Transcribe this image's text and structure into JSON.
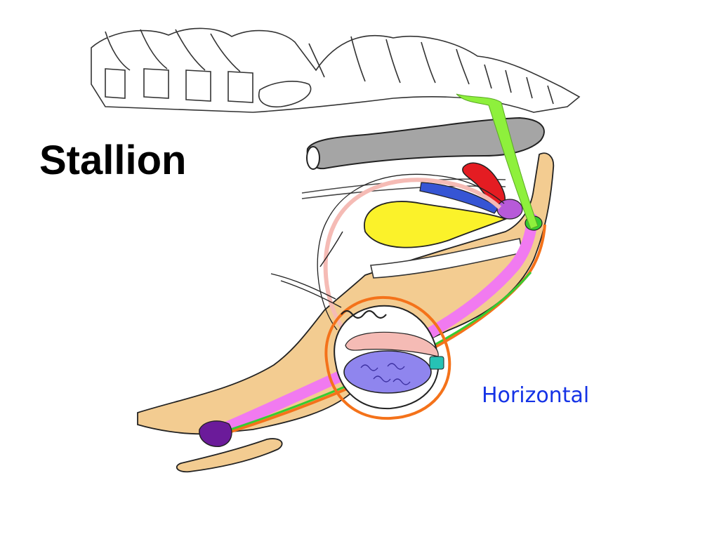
{
  "slide": {
    "title": "Stallion",
    "orientation_label": "Horizontal"
  },
  "colors": {
    "title": "#000000",
    "orientation_label": "#1533e6",
    "tan_tissue": "#f3cc91",
    "rectum": "#a5a5a5",
    "bladder": "#fbf22a",
    "urethra": "#f17af0",
    "ductus_deferens": "#f5bbb5",
    "testis": "#8f85ee",
    "ampulla": "#3655d4",
    "vesicular_gland": "#e41c22",
    "prostate": "#b75ad9",
    "bulbourethral_gland": "#36cc31",
    "nerve": "#8ef03c",
    "glans": "#6b1b9a",
    "tunic": "#f4721a",
    "epididymal_tail": "#26c2b5"
  },
  "icons": [
    "spine-illustration",
    "pelvic-bone-illustration"
  ]
}
